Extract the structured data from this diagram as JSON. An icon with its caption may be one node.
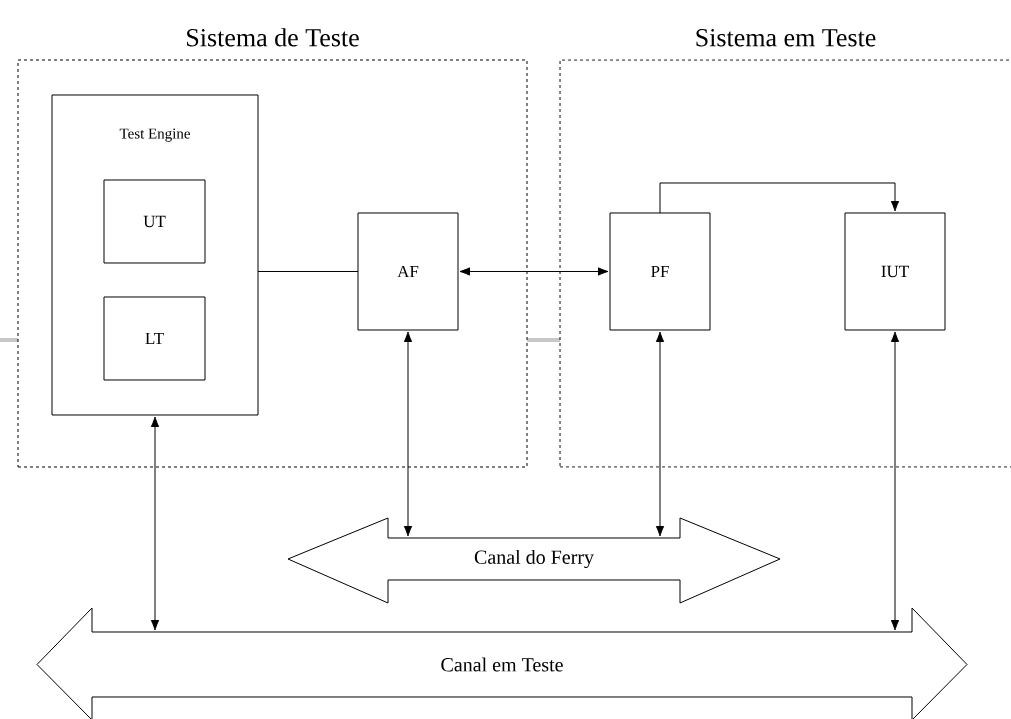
{
  "diagram": {
    "nodes": [
      {
        "text": [
          "Sistema de Teste"
        ]
      },
      {
        "text": [
          "Test Engine"
        ],
        "in": 0
      },
      {
        "text": [
          "UT"
        ],
        "in": 1
      },
      {
        "text": [
          "LT"
        ],
        "in": 1
      },
      {
        "text": [
          "AF"
        ],
        "in": 0
      },
      {
        "text": [
          "Sistema em Teste"
        ]
      },
      {
        "text": [
          "PF"
        ],
        "in": 5
      },
      {
        "text": [
          "IUT"
        ],
        "in": 5
      },
      {
        "text": [
          "Canal do Ferry"
        ]
      },
      {
        "text": [
          "Canal em Teste"
        ]
      }
    ],
    "edges": [
      {
        "from": 1,
        "to": 4,
        "arrow": "none"
      },
      {
        "from": 4,
        "to": 6,
        "arrow": "both"
      },
      {
        "from": 6,
        "to": 7,
        "arrow": "to"
      },
      {
        "from": 4,
        "to": 8,
        "arrow": "both"
      },
      {
        "from": 6,
        "to": 8,
        "arrow": "both"
      },
      {
        "from": 1,
        "to": 9,
        "arrow": "both"
      },
      {
        "from": 7,
        "to": 9,
        "arrow": "both"
      }
    ]
  }
}
